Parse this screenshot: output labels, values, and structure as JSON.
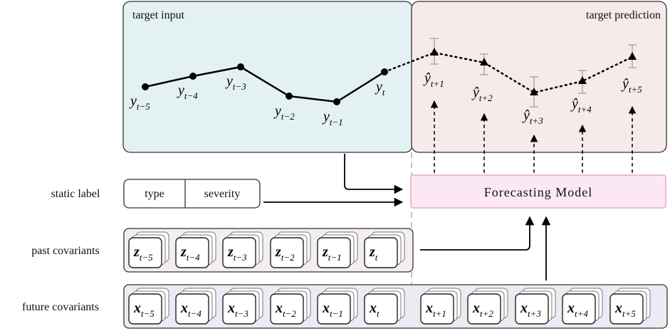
{
  "panels": {
    "target_input_title": "target input",
    "target_prediction_title": "target prediction"
  },
  "model": {
    "label": "Forecasting Model"
  },
  "static": {
    "row_label": "static label",
    "fields": [
      "type",
      "severity"
    ]
  },
  "rows": {
    "past_label": "past covariants",
    "future_label": "future covariants"
  },
  "observed": {
    "symbol": "y",
    "subscripts": [
      "t−5",
      "t−4",
      "t−3",
      "t−2",
      "t−1",
      "t"
    ]
  },
  "predicted": {
    "symbol": "ŷ",
    "subscripts": [
      "t+1",
      "t+2",
      "t+3",
      "t+4",
      "t+5"
    ]
  },
  "past_covariates": {
    "symbol": "z",
    "subscripts": [
      "t−5",
      "t−4",
      "t−3",
      "t−2",
      "t−1",
      "t"
    ]
  },
  "future_covariates": {
    "symbol": "x",
    "subscripts": [
      "t−5",
      "t−4",
      "t−3",
      "t−2",
      "t−1",
      "t",
      "t+1",
      "t+2",
      "t+3",
      "t+4",
      "t+5"
    ]
  },
  "colors": {
    "input_panel_fill": "#e4f1f2",
    "prediction_panel_fill": "#f6ebea",
    "model_fill": "#fce8f3",
    "model_stroke": "#e7a7cf",
    "past_row_fill": "#f4eeee",
    "future_row_fill": "#ecebf4"
  }
}
